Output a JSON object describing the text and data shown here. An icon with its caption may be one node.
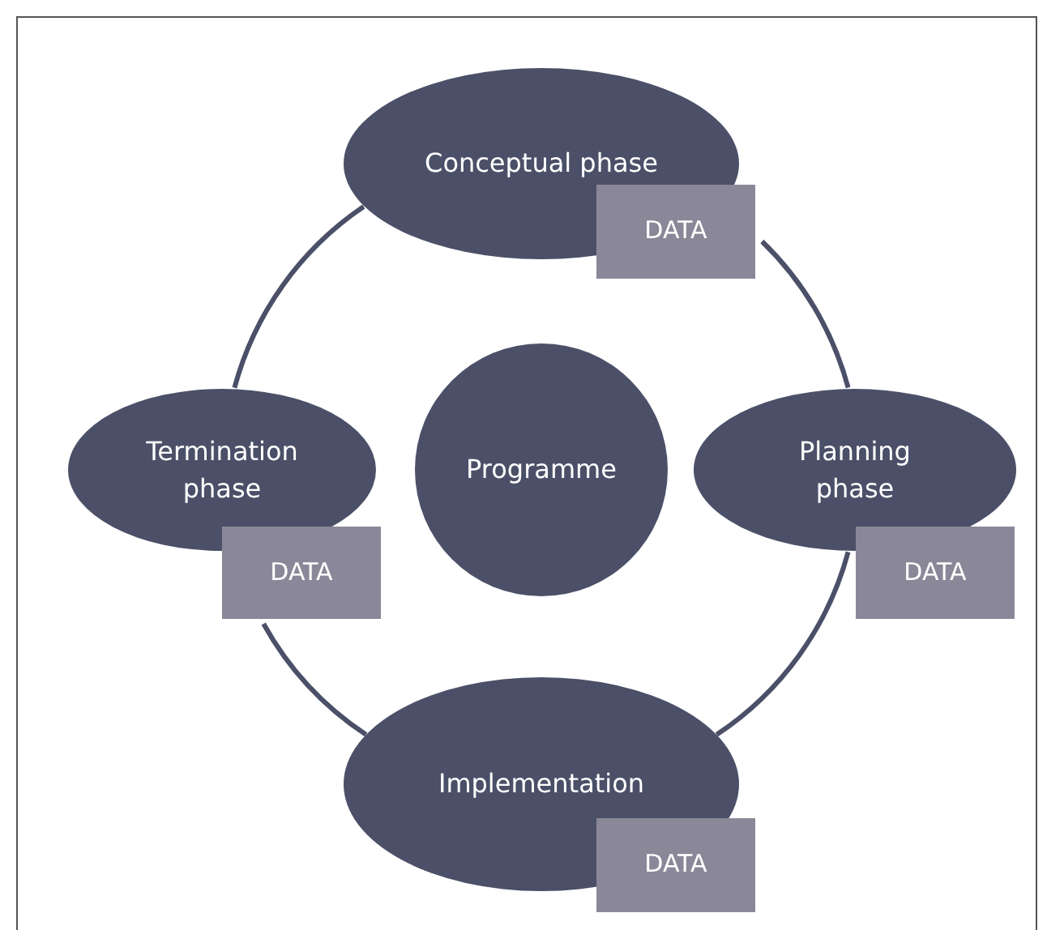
{
  "diagram": {
    "nodes": [
      {
        "text": [
          "Conceptual phase"
        ]
      },
      {
        "text": [
          "DATA"
        ]
      },
      {
        "text": [
          "Termination phase"
        ]
      },
      {
        "text": [
          "Programme"
        ]
      },
      {
        "text": [
          "Planning phase"
        ]
      },
      {
        "text": [
          "DATA"
        ]
      },
      {
        "text": [
          "DATA"
        ]
      },
      {
        "text": [
          "Implementation"
        ]
      },
      {
        "text": [
          "DATA"
        ]
      }
    ],
    "edges": [
      {
        "from": 1,
        "to": 4,
        "arrow": "none"
      },
      {
        "from": 4,
        "to": 7,
        "arrow": "none"
      },
      {
        "from": 7,
        "to": 5,
        "arrow": "none"
      },
      {
        "from": 2,
        "to": 0,
        "arrow": "none"
      }
    ]
  }
}
